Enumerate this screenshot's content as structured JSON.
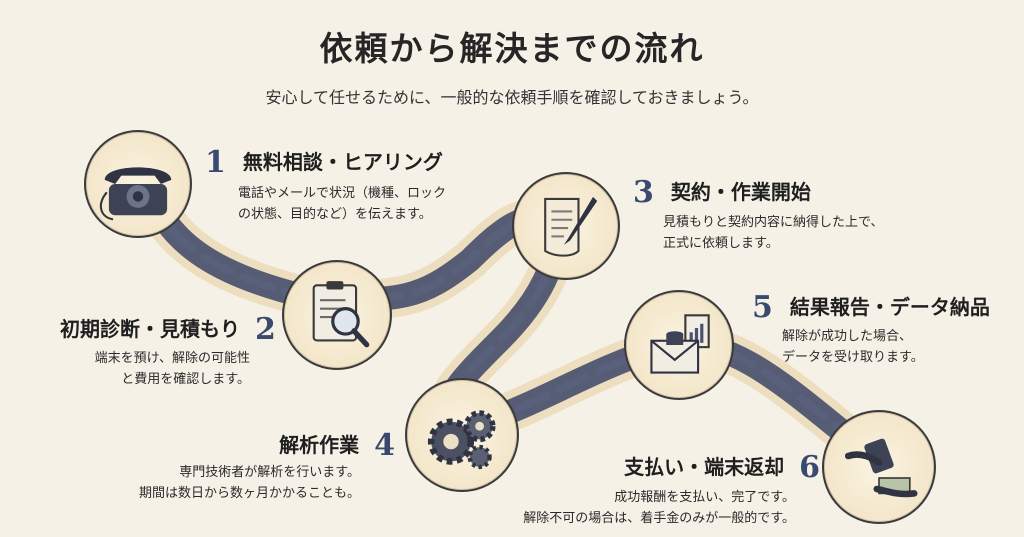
{
  "title": "依頼から解決までの流れ",
  "subtitle": "安心して任せるために、一般的な依頼手順を確認しておきましょう。",
  "steps": [
    {
      "num": "1",
      "title": "無料相談・ヒアリング",
      "desc1": "電話やメールで状況（機種、ロック",
      "desc2": "の状態、目的など）を伝えます。",
      "icon": "telephone-icon"
    },
    {
      "num": "2",
      "title": "初期診断・見積もり",
      "desc1": "端末を預け、解除の可能性",
      "desc2": "と費用を確認します。",
      "icon": "magnifier-clipboard-icon"
    },
    {
      "num": "3",
      "title": "契約・作業開始",
      "desc1": "見積もりと契約内容に納得した上で、",
      "desc2": "正式に依頼します。",
      "icon": "contract-pen-icon"
    },
    {
      "num": "4",
      "title": "解析作業",
      "desc1": "専門技術者が解析を行います。",
      "desc2": "期間は数日から数ヶ月かかることも。",
      "icon": "gears-icon"
    },
    {
      "num": "5",
      "title": "結果報告・データ納品",
      "desc1": "解除が成功した場合、",
      "desc2": "データを受け取ります。",
      "icon": "envelope-data-icon"
    },
    {
      "num": "6",
      "title": "支払い・端末返却",
      "desc1": "成功報酬を支払い、完了です。",
      "desc2": "解除不可の場合は、着手金のみが一般的です。",
      "icon": "handover-payment-icon"
    }
  ],
  "colors": {
    "path": "#3b4566",
    "accent": "#d9b36a",
    "number": "#3a4a6e",
    "background": "#f6f1e7"
  }
}
